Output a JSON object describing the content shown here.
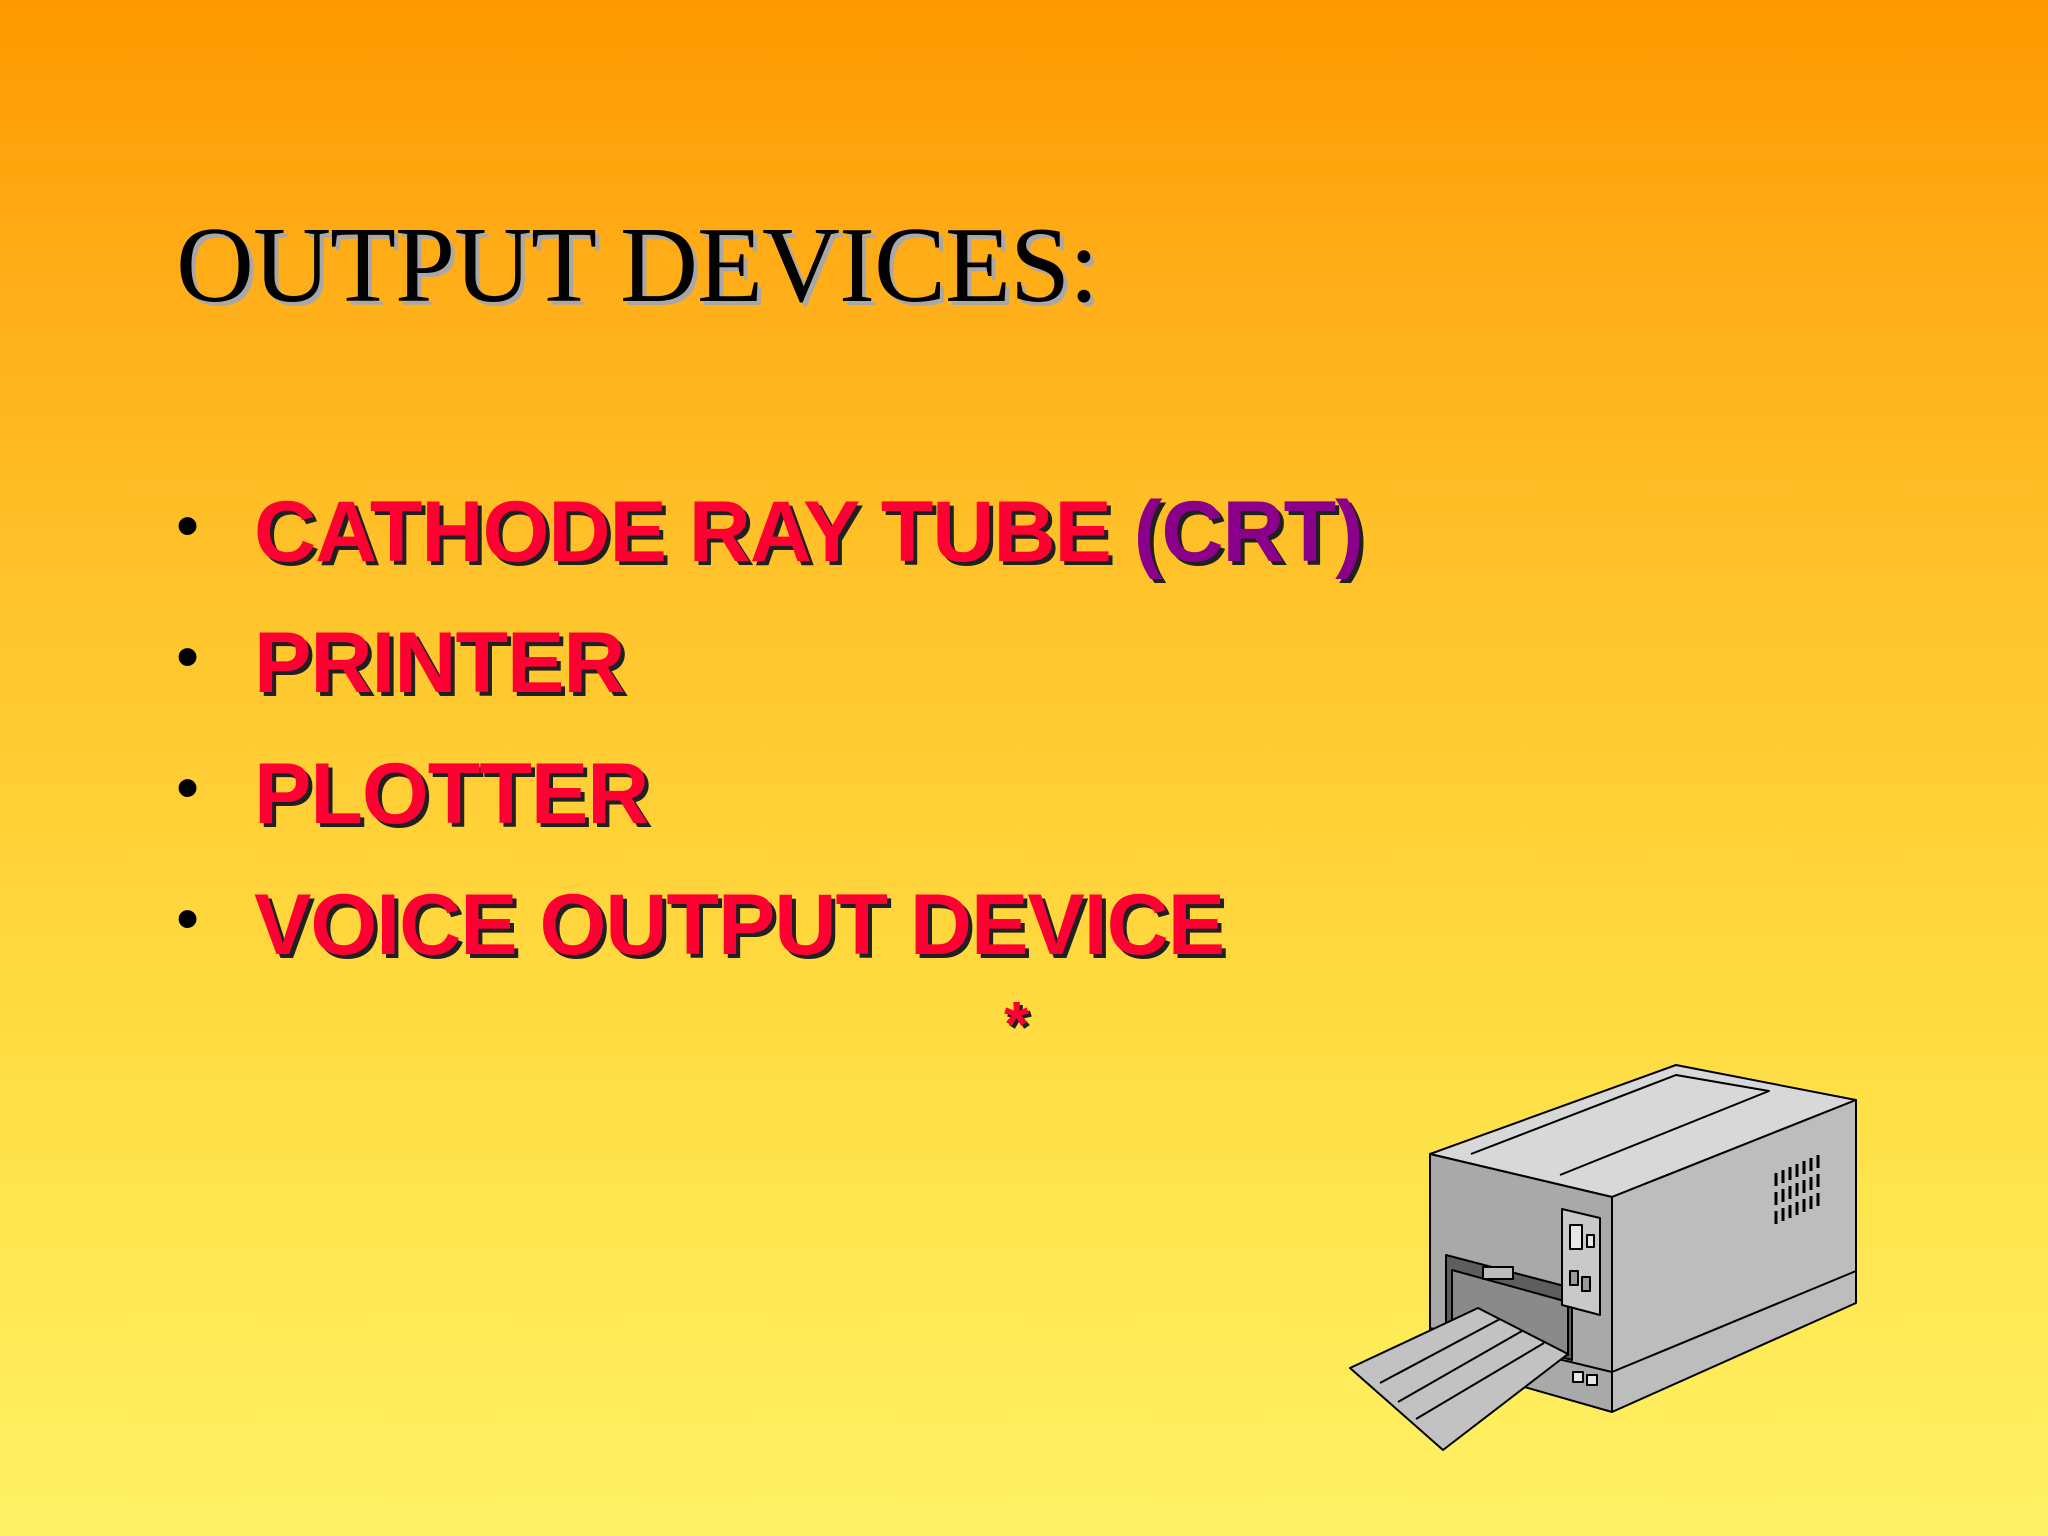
{
  "slide": {
    "title": "OUTPUT DEVICES:",
    "bullets": [
      {
        "text": "CATHODE RAY TUBE ",
        "abbr": "(CRT)"
      },
      {
        "text": "PRINTER"
      },
      {
        "text": "PLOTTER"
      },
      {
        "text": "VOICE OUTPUT DEVICE"
      }
    ],
    "footnote_symbol": "*",
    "illustration": "printer-icon"
  },
  "colors": {
    "background_top": "#ff9900",
    "background_bottom": "#fff266",
    "bullet_text": "#ff0033",
    "abbreviation": "#8b008b",
    "title_text": "#000000"
  }
}
